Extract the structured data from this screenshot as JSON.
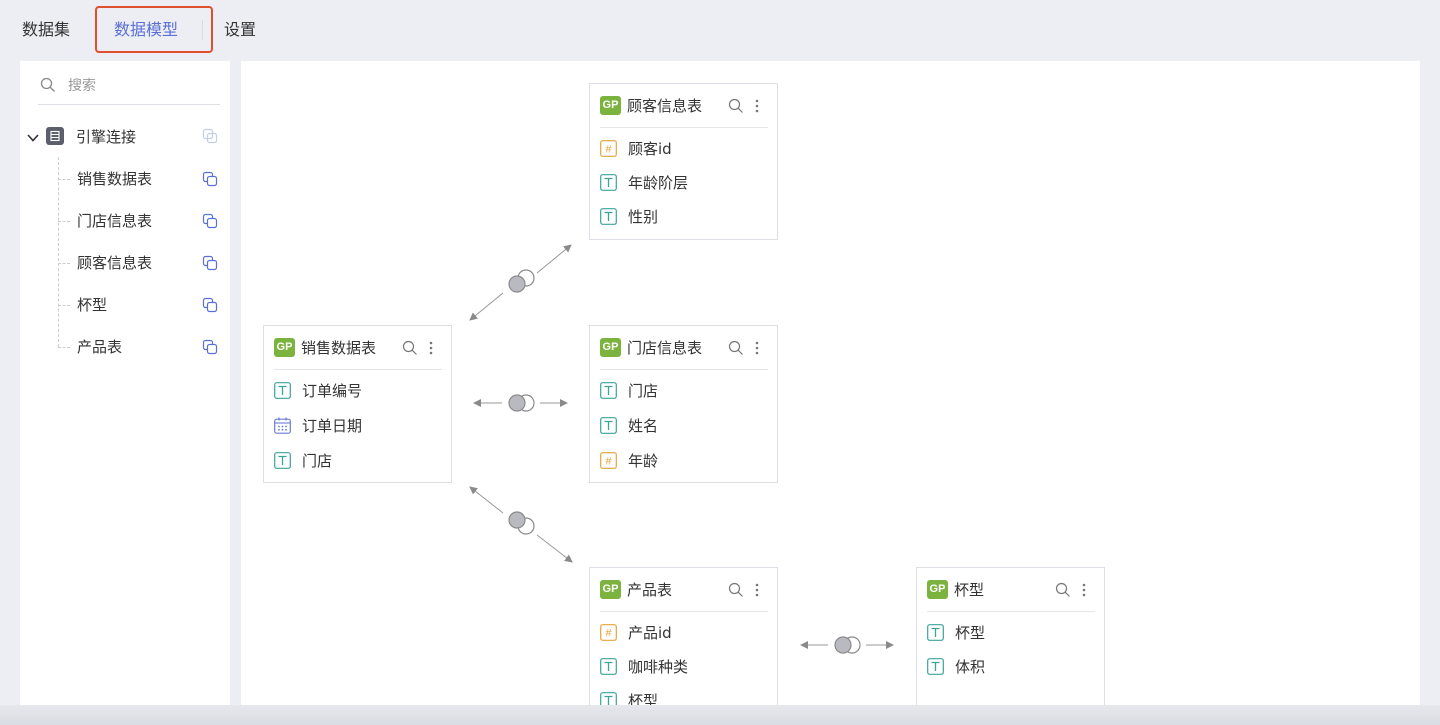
{
  "tabs": {
    "dataset": "数据集",
    "data_model": "数据模型",
    "settings": "设置",
    "active": "data_model"
  },
  "sidebar": {
    "search": {
      "placeholder": "搜索"
    },
    "root": {
      "label": "引擎连接",
      "icon": "database-icon"
    },
    "items": [
      {
        "label": "销售数据表"
      },
      {
        "label": "门店信息表"
      },
      {
        "label": "顾客信息表"
      },
      {
        "label": "杯型"
      },
      {
        "label": "产品表"
      }
    ]
  },
  "canvas": {
    "badge": "GP",
    "tables": {
      "customer": {
        "title": "顾客信息表",
        "fields": [
          {
            "label": "顾客id",
            "type": "number"
          },
          {
            "label": "年龄阶层",
            "type": "text"
          },
          {
            "label": "性别",
            "type": "text"
          }
        ]
      },
      "sales": {
        "title": "销售数据表",
        "fields": [
          {
            "label": "订单编号",
            "type": "text"
          },
          {
            "label": "订单日期",
            "type": "date"
          },
          {
            "label": "门店",
            "type": "text"
          }
        ]
      },
      "store": {
        "title": "门店信息表",
        "fields": [
          {
            "label": "门店",
            "type": "text"
          },
          {
            "label": "姓名",
            "type": "text"
          },
          {
            "label": "年龄",
            "type": "number"
          }
        ]
      },
      "product": {
        "title": "产品表",
        "fields": [
          {
            "label": "产品id",
            "type": "number"
          },
          {
            "label": "咖啡种类",
            "type": "text"
          },
          {
            "label": "杯型",
            "type": "text"
          }
        ]
      },
      "cup": {
        "title": "杯型",
        "fields": [
          {
            "label": "杯型",
            "type": "text"
          },
          {
            "label": "体积",
            "type": "text"
          }
        ]
      }
    }
  },
  "colors": {
    "accent": "#5a6fd8",
    "highlight_border": "#e0502e",
    "gp_badge": "#7bb33e",
    "text_field_icon": "#3aa39a",
    "number_field_icon": "#e8a23a",
    "date_field_icon": "#6b7bd8"
  }
}
